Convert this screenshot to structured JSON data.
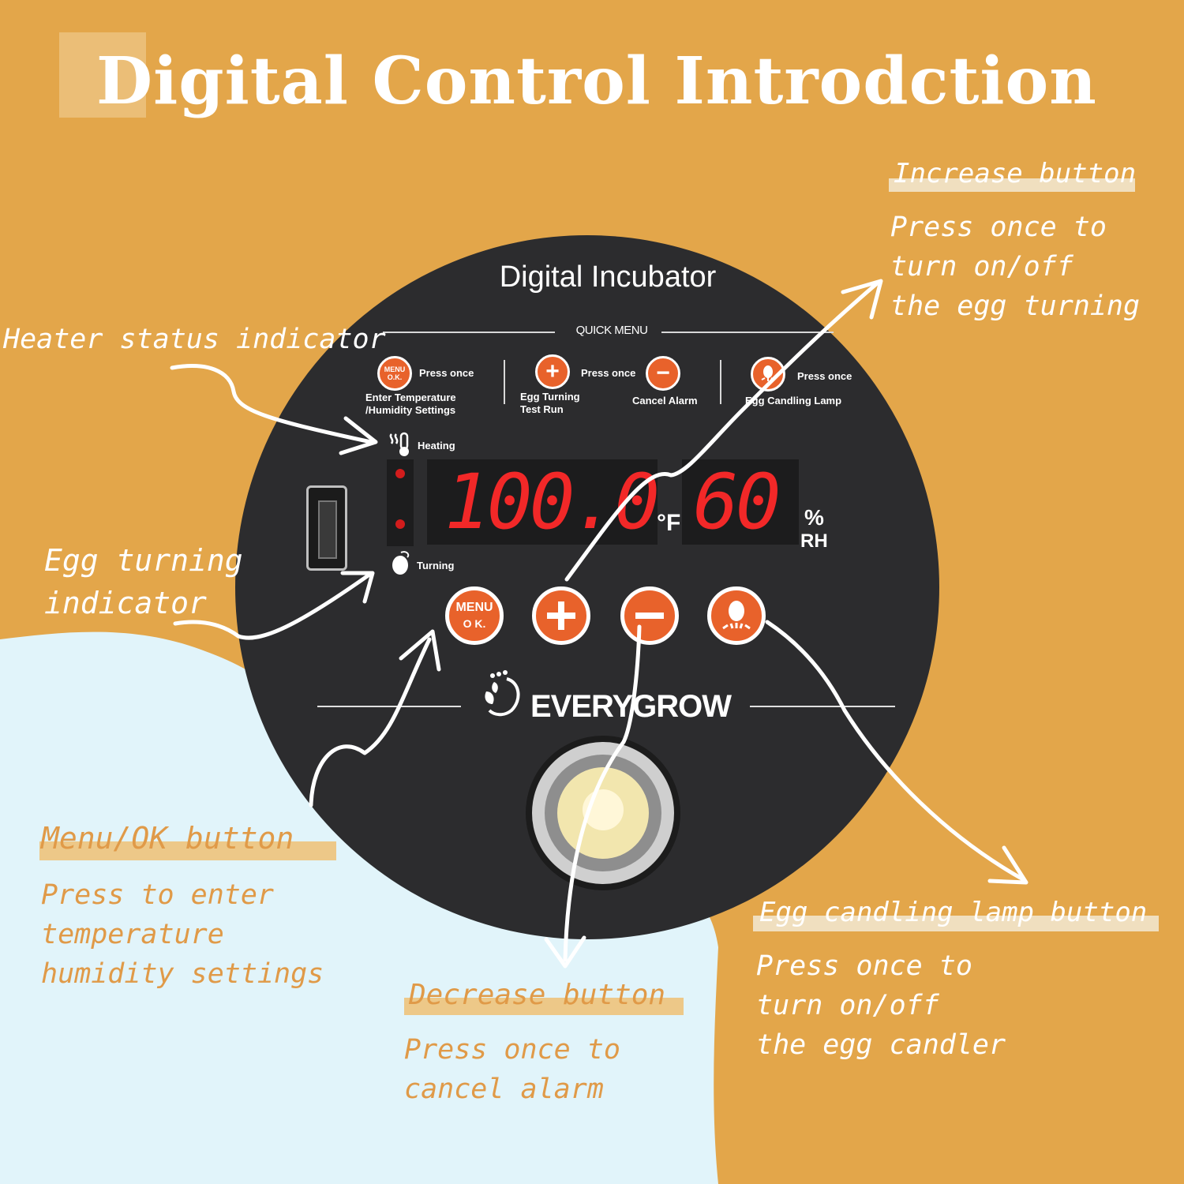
{
  "colors": {
    "background_orange": "#E3A64A",
    "light_blue": "#E1F4FA",
    "panel": "#2C2C2E",
    "button_orange": "#E8622B",
    "segment_red": "#F22828",
    "label_orange": "#E09A48",
    "white": "#FFFFFF"
  },
  "title": "Digital Control Introdction",
  "panel": {
    "title": "Digital Incubator",
    "quick_menu": "QUICK MENU",
    "quick_items": [
      {
        "icon": "menu-ok-icon",
        "btn_label": "MENU O.K.",
        "press": "Press once",
        "desc1": "Enter Temperature",
        "desc2": "/Humidity Settings"
      },
      {
        "icon": "plus-icon",
        "press": "Press once",
        "desc1": "Egg Turning",
        "desc2": "Test Run"
      },
      {
        "icon": "minus-icon",
        "desc1": "Cancel Alarm"
      },
      {
        "icon": "egg-lamp-icon",
        "press": "Press once",
        "desc1": "Egg Candling Lamp"
      }
    ],
    "heating_label": "Heating",
    "turning_label": "Turning",
    "temperature": "100.0",
    "temp_unit": "°F",
    "humidity": "60",
    "humidity_unit_top": "%",
    "humidity_unit_bottom": "RH",
    "buttons": {
      "menu_line1": "MENU",
      "menu_line2": "O K."
    },
    "brand": "EVERYGROW"
  },
  "annotations": {
    "heater": "Heater status indicator",
    "egg_turning_1": "Egg turning",
    "egg_turning_2": "indicator",
    "increase_title": "Increase button",
    "increase_desc": [
      "Press once to",
      "turn on/off",
      "the egg turning"
    ],
    "menu_title": "Menu/OK button",
    "menu_desc": [
      "Press to enter",
      "temperature",
      "humidity settings"
    ],
    "decrease_title": "Decrease button",
    "decrease_desc": [
      "Press once to",
      "cancel alarm"
    ],
    "candling_title": "Egg candling lamp button",
    "candling_desc": [
      "Press once to",
      "turn on/off",
      "the egg candler"
    ]
  }
}
